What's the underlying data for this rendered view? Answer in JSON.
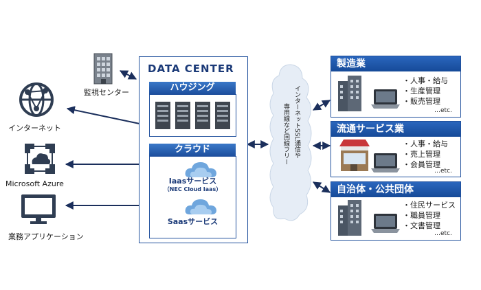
{
  "left": {
    "monitoring": "監視センター",
    "internet": "インターネット",
    "azure": "Microsoft Azure",
    "apps": "業務アプリケーション"
  },
  "datacenter": {
    "title": "DATA  CENTER",
    "housing": "ハウジング",
    "cloud": "クラウド",
    "iaas": "Iaasサービス",
    "iaas_sub": "（NEC Cloud Iaas）",
    "saas": "Saasサービス"
  },
  "network": {
    "line1": "インターネットSSL通信や",
    "line2": "専用線など回線フリー"
  },
  "panels": [
    {
      "title": "製造業",
      "items": [
        "・人事・給与",
        "・生産管理",
        "・販売管理"
      ],
      "etc": "…etc."
    },
    {
      "title": "流通サービス業",
      "items": [
        "・人事・給与",
        "・売上管理",
        "・会員管理"
      ],
      "etc": "…etc."
    },
    {
      "title": "自治体・公共団体",
      "items": [
        "・住民サービス",
        "・職員管理",
        "・文書管理"
      ],
      "etc": "…etc."
    }
  ],
  "colors": {
    "accent": "#1f4f9c",
    "arrow": "#1b2f5c",
    "cloud": "#e6edf6"
  }
}
